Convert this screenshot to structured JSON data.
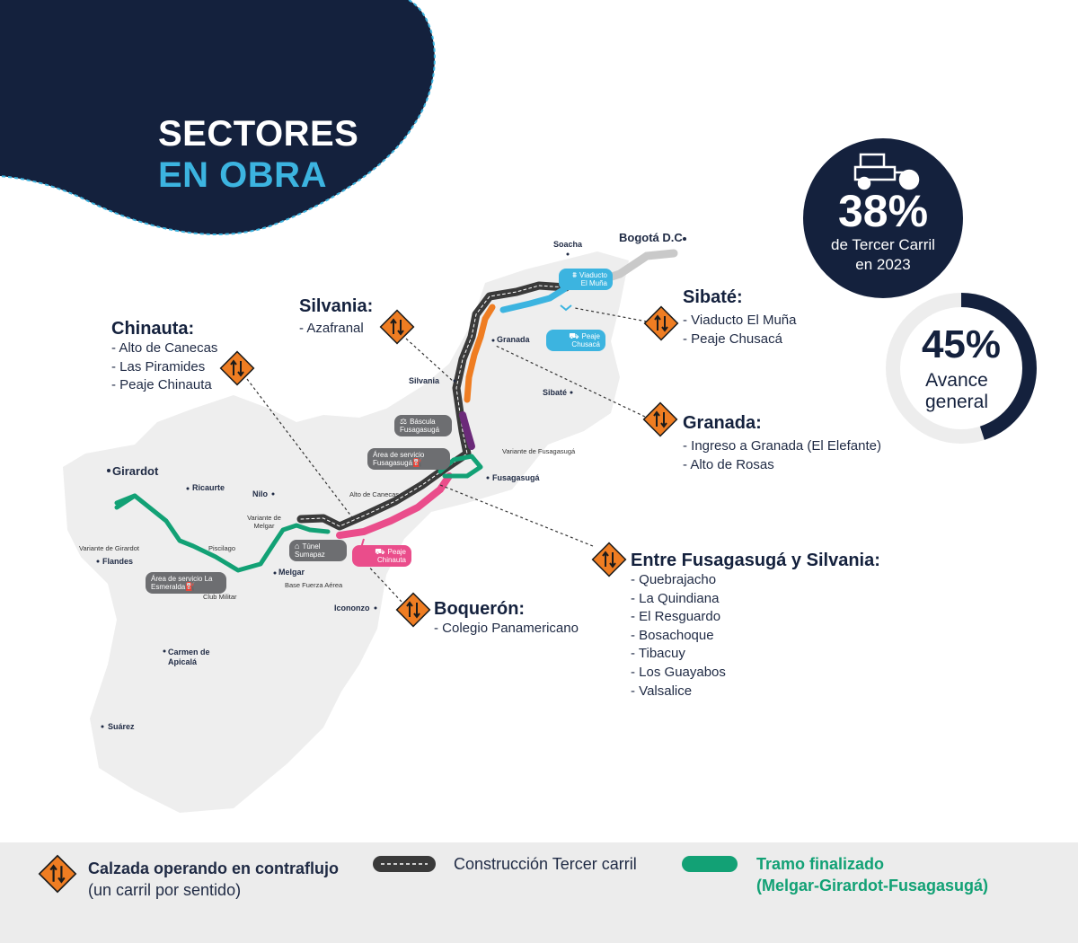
{
  "title": {
    "line1": "SECTORES",
    "line2": "EN OBRA"
  },
  "colors": {
    "navy": "#14213d",
    "cyan": "#3cb4e0",
    "orange": "#ef7d22",
    "pink": "#ea4d8b",
    "purple": "#6b2a79",
    "green": "#12a175",
    "road_dark": "#3a3a3a",
    "map_gray": "#eeeeee"
  },
  "stats": [
    {
      "value": "38%",
      "label_line1": "de Tercer Carril",
      "label_line2": "en 2023",
      "icon": "road-roller-icon"
    },
    {
      "value": "45%",
      "label_line1": "Avance",
      "label_line2": "general",
      "progress": 0.45
    }
  ],
  "sectors": {
    "chinauta": {
      "title": "Chinauta:",
      "items": [
        "Alto de Canecas",
        "Las Piramides",
        "Peaje Chinauta"
      ]
    },
    "silvania": {
      "title": "Silvania:",
      "items": [
        "Azafranal"
      ]
    },
    "sibate": {
      "title": "Sibaté:",
      "items": [
        "Viaducto El Muña",
        "Peaje Chusacá"
      ]
    },
    "granada": {
      "title": "Granada:",
      "items": [
        "Ingreso a Granada (El Elefante)",
        "Alto de Rosas"
      ]
    },
    "entre": {
      "title": "Entre Fusagasugá y Silvania:",
      "items": [
        "Quebrajacho",
        "La Quindiana",
        "El Resguardo",
        "Bosachoque",
        "Tibacuy",
        "Los Guayabos",
        "Valsalice"
      ]
    },
    "boqueron": {
      "title": "Boquerón:",
      "items": [
        "Colegio Panamericano"
      ]
    }
  },
  "towns": {
    "bogota": "Bogotá D.C",
    "soacha": "Soacha",
    "granada": "Granada",
    "silvania": "Silvania",
    "sibate": "Sibaté",
    "fusagasuga": "Fusagasugá",
    "variante_fusagasuga": "Variante de Fusagasugá",
    "alto_canecas": "Alto de Canecas",
    "girardot": "Girardot",
    "ricaurte": "Ricaurte",
    "nilo": "Nilo",
    "variante_melgar": "Variante de Melgar",
    "variante_girardot": "Variante de Girardot",
    "piscilago": "Piscilago",
    "flandes": "Flandes",
    "melgar": "Melgar",
    "club_militar": "Club Militar",
    "base_fuerza_aerea": "Base Fuerza Aérea",
    "icononzo": "Icononzo",
    "carmen": "Carmen de Apicalá",
    "suarez": "Suárez"
  },
  "places": {
    "viaducto": "Viaducto El Muña",
    "peaje_chusaca": "Peaje Chusacá",
    "bascula": "Báscula Fusagasugá",
    "area_fusa": "Área de servicio Fusagasugá",
    "tunel": "Túnel Sumapaz",
    "peaje_chinauta": "Peaje Chinauta",
    "area_esmeralda": "Área de servicio La Esmeralda"
  },
  "legend": {
    "contraflujo_bold": "Calzada operando en contraflujo",
    "contraflujo_sub": "(un carril por sentido)",
    "construccion": "Construcción Tercer carril",
    "finalizado_line1": "Tramo finalizado",
    "finalizado_line2": "(Melgar-Girardot-Fusagasugá)"
  }
}
